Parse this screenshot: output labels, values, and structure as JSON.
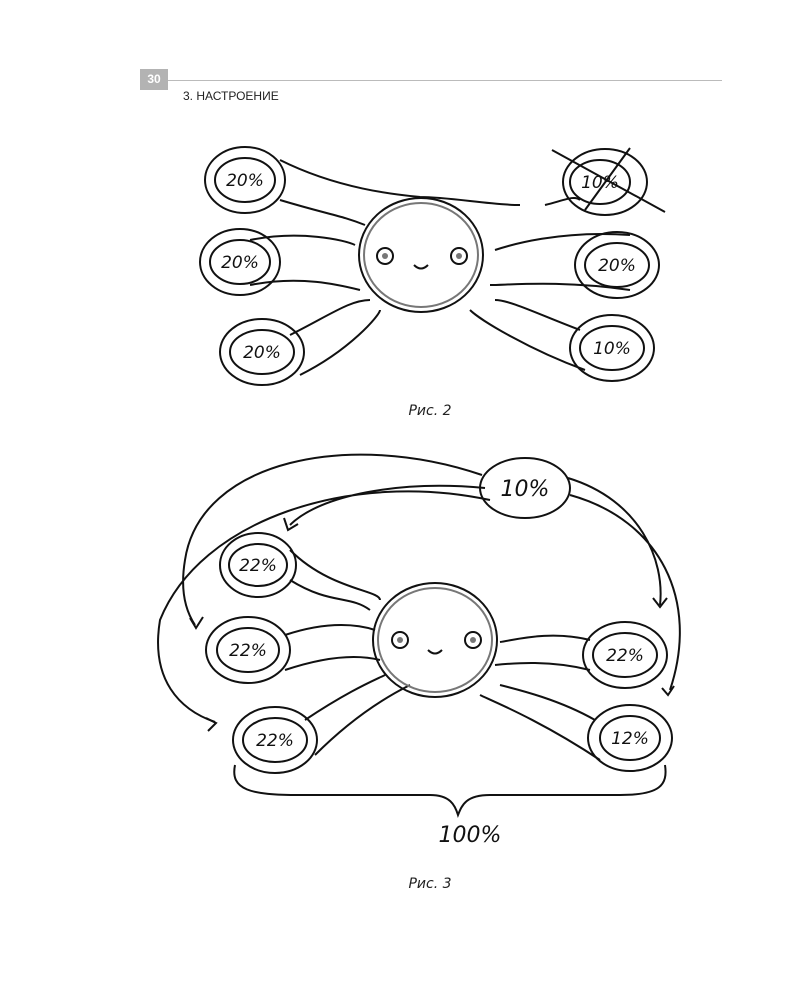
{
  "header": {
    "page_number": "30",
    "chapter": "3. НАСТРОЕНИЕ"
  },
  "fig2": {
    "caption": "Рис. 2",
    "labels": [
      "20%",
      "20%",
      "20%",
      "10%",
      "20%",
      "10%"
    ]
  },
  "fig3": {
    "caption": "Рис. 3",
    "top": "10%",
    "labels": [
      "22%",
      "22%",
      "22%",
      "22%",
      "12%"
    ],
    "total": "100%"
  }
}
